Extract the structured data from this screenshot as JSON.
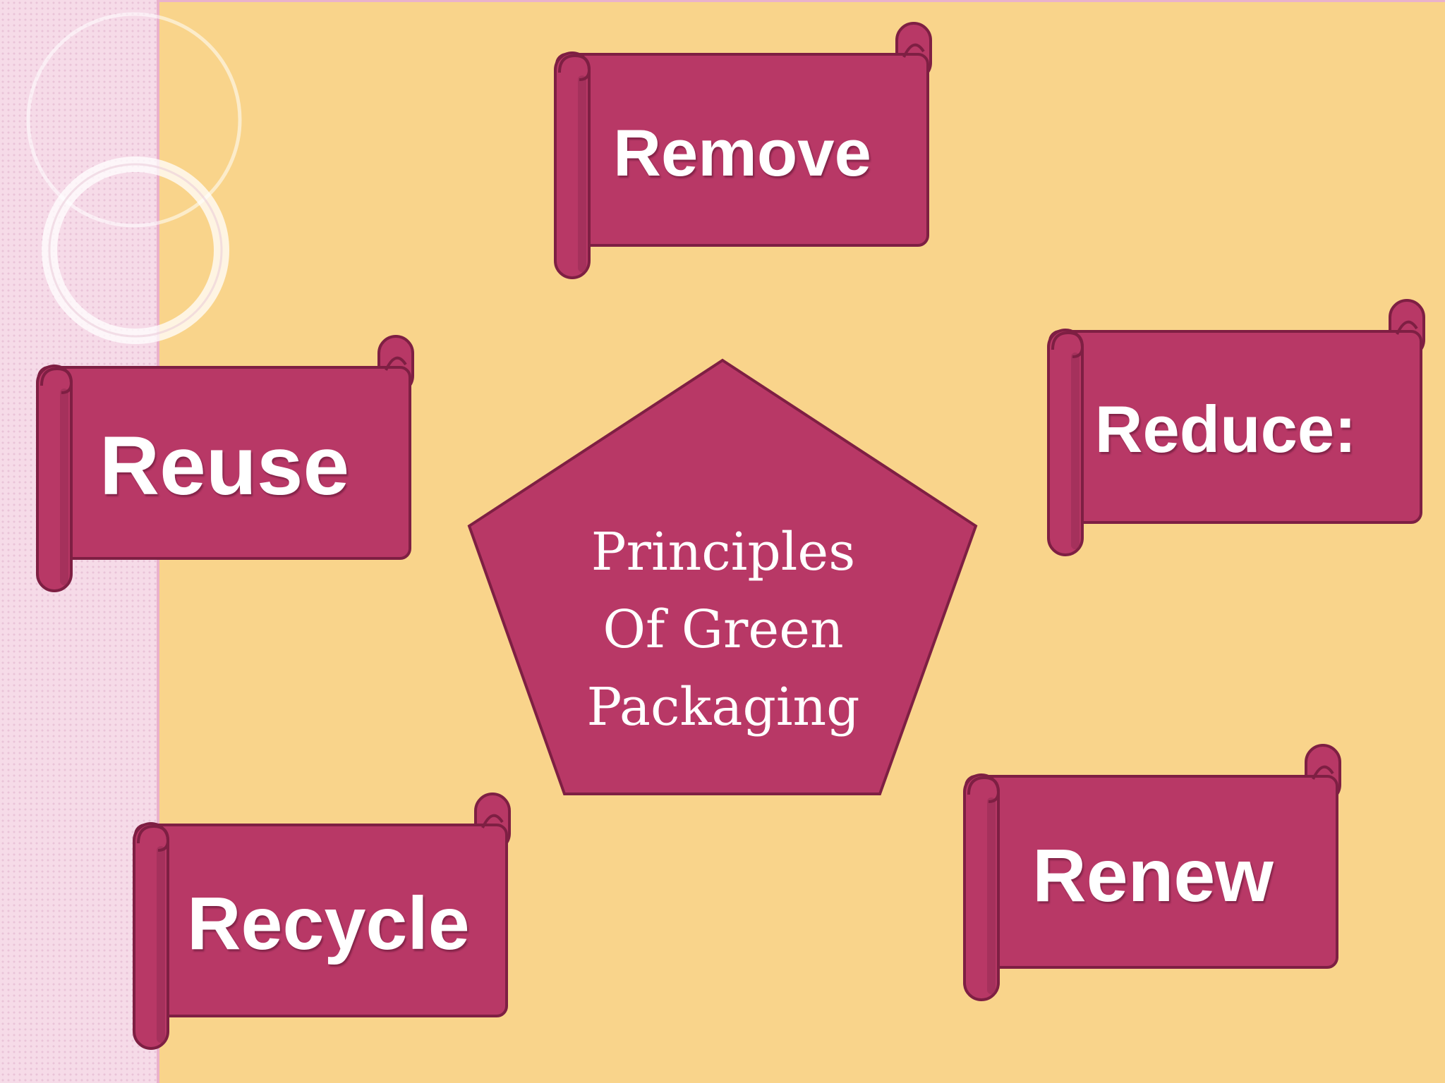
{
  "slide": {
    "center": {
      "lines": [
        "Principles",
        "Of Green",
        "Packaging"
      ]
    },
    "banners": [
      {
        "label": "Remove"
      },
      {
        "label": "Reduce:"
      },
      {
        "label": "Reuse"
      },
      {
        "label": "Recycle"
      },
      {
        "label": "Renew"
      }
    ]
  },
  "colors": {
    "background": "#f9d48b",
    "banner_fill": "#b83866",
    "banner_outline": "#7e1f43",
    "side_strip": "#f6dbe8",
    "text": "#ffffff"
  }
}
